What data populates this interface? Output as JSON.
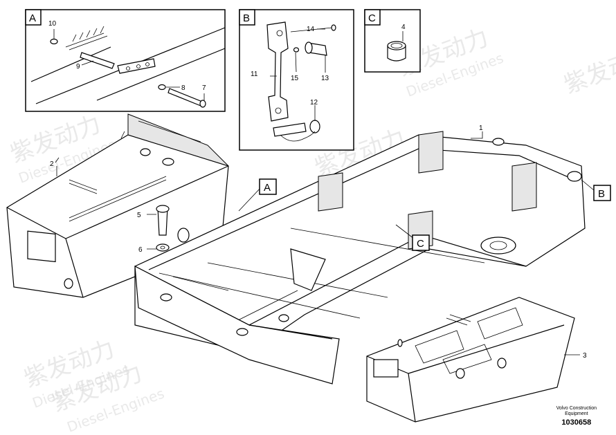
{
  "watermark": {
    "brand_cn": "紫发动力",
    "brand_en": "Diesel-Engines"
  },
  "insets": {
    "A": {
      "label": "A",
      "parts": [
        "10",
        "9",
        "8",
        "7"
      ]
    },
    "B": {
      "label": "B",
      "parts": [
        "14",
        "11",
        "15",
        "13",
        "12"
      ]
    },
    "C": {
      "label": "C",
      "parts": [
        "4"
      ]
    }
  },
  "main_callouts": {
    "A": "A",
    "B": "B",
    "C": "C"
  },
  "part_numbers": {
    "p1": "1",
    "p2": "2",
    "p3": "3",
    "p5": "5",
    "p6": "6"
  },
  "footer": {
    "line1": "Volvo Construction",
    "line2": "Equipment",
    "drawing_number": "1030658"
  }
}
